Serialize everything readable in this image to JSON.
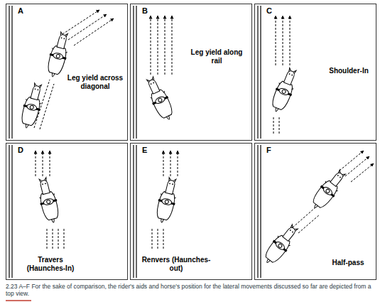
{
  "diagram": {
    "caption": "2.23 A–F For the sake of comparison, the rider's aids and horse's position for the lateral movements discussed so far are depicted from a top view.",
    "nodes": [
      {
        "text": [
          "A",
          "Leg yield across diagonal"
        ]
      },
      {
        "text": [
          "B",
          "Leg yield along rail"
        ]
      },
      {
        "text": [
          "C",
          "Shoulder-In"
        ]
      },
      {
        "text": [
          "D",
          "Travers (Haunches-In)"
        ]
      },
      {
        "text": [
          "E",
          "Renvers (Haunches-out)"
        ]
      },
      {
        "text": [
          "F",
          "Half-pass"
        ]
      }
    ]
  }
}
